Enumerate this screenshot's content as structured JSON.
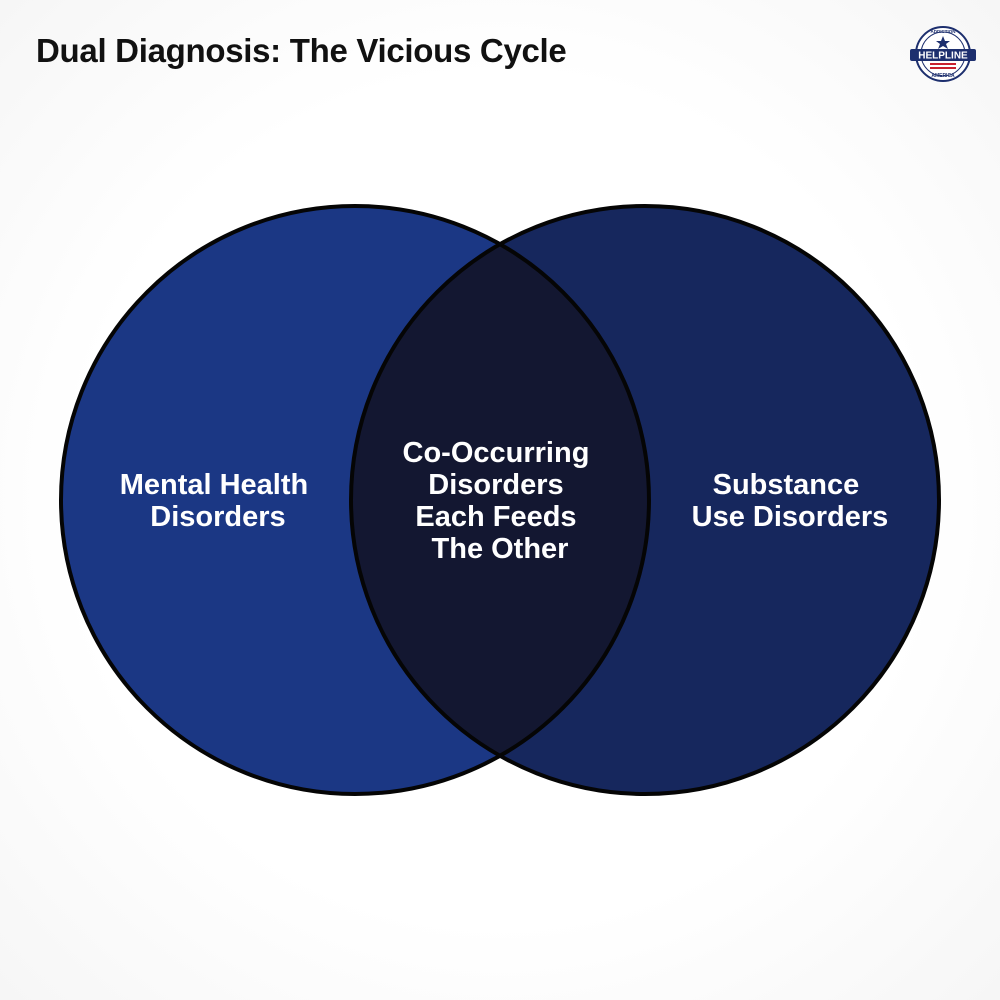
{
  "title": "Dual Diagnosis: The Vicious Cycle",
  "logo": {
    "top_text": "ADDICTION",
    "main_text": "HELPLINE",
    "bottom_text": "AMERICA",
    "colors": {
      "navy": "#1d2f6e",
      "red": "#c8202f",
      "white": "#ffffff"
    }
  },
  "diagram": {
    "left_circle": {
      "lines": [
        "Mental Health",
        "Disorders"
      ],
      "color": "#1b3784"
    },
    "right_circle": {
      "lines": [
        "Substance",
        "Use Disorders"
      ],
      "color": "#16275d"
    },
    "overlap": {
      "lines": [
        "Co-Occurring",
        "Disorders",
        "Each Feeds",
        "The Other"
      ],
      "color": "#131731"
    },
    "stroke_color": "#050505"
  }
}
